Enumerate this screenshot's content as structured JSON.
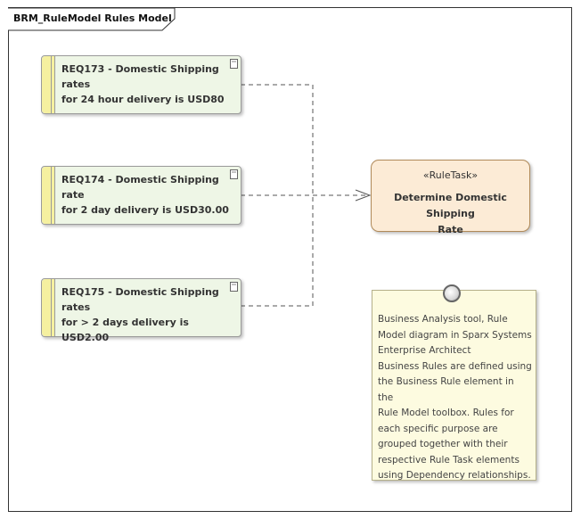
{
  "diagram": {
    "title": "BRM_RuleModel Rules Model"
  },
  "requirements": [
    {
      "line1": "REQ173 -  Domestic Shipping rates",
      "line2": "for 24 hour delivery is USD80"
    },
    {
      "line1": "REQ174 - Domestic Shipping rate",
      "line2": "for 2 day delivery is USD30.00"
    },
    {
      "line1": "REQ175 -  Domestic Shipping rates",
      "line2": "for > 2 days delivery is USD2.00"
    }
  ],
  "rule_task": {
    "stereotype": "«RuleTask»",
    "name_line1": "Determine Domestic Shipping",
    "name_line2": "Rate"
  },
  "note": {
    "lines": [
      "Business Analysis tool, Rule",
      "Model diagram in Sparx Systems",
      "Enterprise Architect",
      "Business Rules are defined using",
      "the Business Rule element in the",
      "Rule Model toolbox. Rules for",
      "each specific purpose are",
      "grouped together with their",
      "respective Rule Task elements",
      "using Dependency relationships."
    ]
  },
  "colors": {
    "requirement_fill": "#eef6e6",
    "requirement_bar": "#f5f0a0",
    "rule_task_fill": "#fcebd6",
    "note_fill": "#fdfbe0"
  }
}
